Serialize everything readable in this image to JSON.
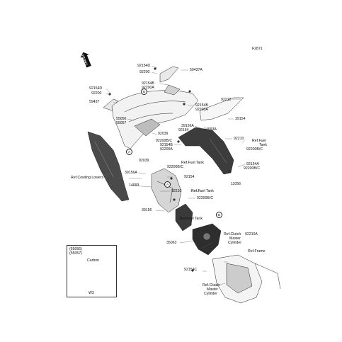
{
  "figure_code": "F2871",
  "front_badge": "FRONT",
  "callout_b": "B",
  "callout_a": "A",
  "inset": {
    "title_line1": "(55056)",
    "title_line2": "(55057)",
    "label": "Carbon",
    "footer": "W3"
  },
  "labels": {
    "l92154_a": "92154D",
    "l92200_a": "92200",
    "l59437a": "59437A",
    "l92154_b": "92154D",
    "l92200_b": "92200",
    "l92154b_1": "92154B",
    "l92200a_1": "92200A",
    "l59437": "59437",
    "l92210_top": "92210",
    "l92154b_2": "92154B",
    "l92200a_2": "92200A",
    "l55056": "55056",
    "l55057": "55057",
    "l39156a_1": "39156A",
    "l92154_c": "92154",
    "l14093a": "14093A",
    "l39154": "39154",
    "l92039_a": "92039",
    "l92210_mid": "92210",
    "l92200b_1": "92200B/C",
    "l92154b_3": "92154B",
    "l92200a_3": "92200A",
    "ref_fuel_tank_1a": "Ref.Fuel",
    "ref_fuel_tank_1b": "Tank",
    "l92200b_2": "92200B/C",
    "l92039_b": "92039",
    "ref_fuel_tank_2": "Ref.Fuel Tank",
    "l92200b_3": "92200B/C",
    "l92154a": "92154A",
    "l92200b_4": "92200B/C",
    "l11056": "11056",
    "ref_cowling": "Ref.Cowling Lowers",
    "l39156a_2": "39156A",
    "l92154_d": "92154",
    "l14093": "14093",
    "l92210_low": "92210",
    "ref_fuel_tank_3": "Ref.Fuel Tank",
    "l92200b_5": "92200B/C",
    "l39156": "39156",
    "ref_fuel_tank_4": "Ref.Fuel Tank",
    "l35063": "35063",
    "ref_clutch_1a": "Ref.Clutch",
    "ref_clutch_1b": "Master",
    "ref_clutch_1c": "Cylinder",
    "l92210a": "92210A",
    "ref_frame": "Ref.Frame",
    "l92154c": "92154C",
    "ref_clutch_2a": "Ref.Clutch",
    "ref_clutch_2b": "Master",
    "ref_clutch_2c": "Cylinder"
  }
}
